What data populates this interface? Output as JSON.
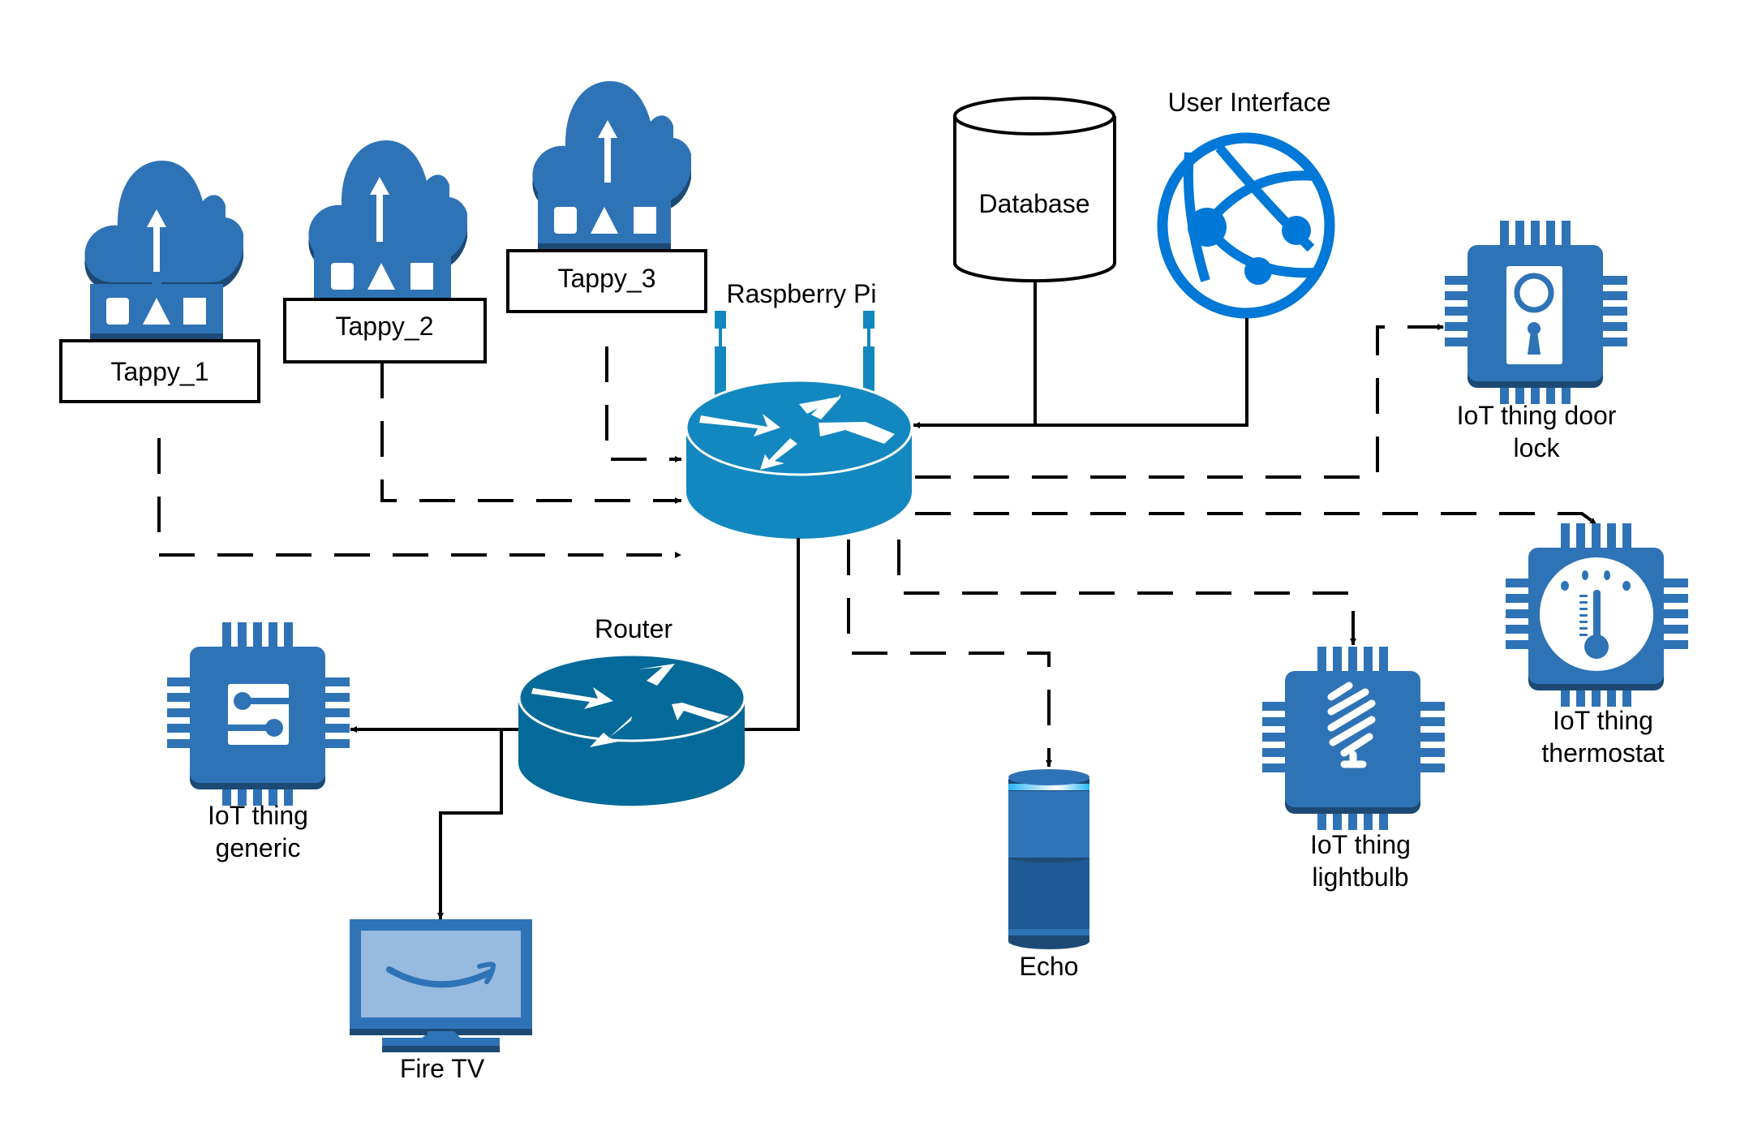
{
  "diagram": {
    "nodes": {
      "tappy_1": {
        "label": "Tappy_1",
        "icon": "iot-cloud-upload-icon"
      },
      "tappy_2": {
        "label": "Tappy_2",
        "icon": "iot-cloud-upload-icon"
      },
      "tappy_3": {
        "label": "Tappy_3",
        "icon": "iot-cloud-upload-icon"
      },
      "raspberry_pi": {
        "label": "Raspberry Pi",
        "icon": "wireless-router-icon"
      },
      "database": {
        "label": "Database",
        "icon": "database-cylinder-icon"
      },
      "user_interface": {
        "label": "User Interface",
        "icon": "web-app-globe-icon"
      },
      "door_lock": {
        "label_line1": "IoT thing door",
        "label_line2": "lock",
        "icon": "chip-door-lock-icon"
      },
      "thermostat": {
        "label_line1": "IoT thing",
        "label_line2": "thermostat",
        "icon": "chip-thermostat-icon"
      },
      "lightbulb": {
        "label_line1": "IoT thing",
        "label_line2": "lightbulb",
        "icon": "chip-lightbulb-icon"
      },
      "echo": {
        "label": "Echo",
        "icon": "echo-speaker-icon"
      },
      "router": {
        "label": "Router",
        "icon": "router-icon"
      },
      "generic": {
        "label_line1": "IoT thing",
        "label_line2": "generic",
        "icon": "chip-generic-icon"
      },
      "fire_tv": {
        "label": "Fire TV",
        "icon": "tv-amazon-icon"
      }
    },
    "edges": [
      {
        "from": "Tappy_1",
        "to": "Raspberry Pi",
        "style": "dashed"
      },
      {
        "from": "Tappy_2",
        "to": "Raspberry Pi",
        "style": "dashed"
      },
      {
        "from": "Tappy_3",
        "to": "Raspberry Pi",
        "style": "dashed"
      },
      {
        "from": "Database",
        "to": "Raspberry Pi",
        "style": "solid"
      },
      {
        "from": "User Interface",
        "to": "Raspberry Pi",
        "style": "solid"
      },
      {
        "from": "Raspberry Pi",
        "to": "IoT thing door lock",
        "style": "dashed"
      },
      {
        "from": "Raspberry Pi",
        "to": "IoT thing thermostat",
        "style": "dashed"
      },
      {
        "from": "Raspberry Pi",
        "to": "IoT thing lightbulb",
        "style": "dashed"
      },
      {
        "from": "Raspberry Pi",
        "to": "Echo",
        "style": "dashed"
      },
      {
        "from": "Raspberry Pi",
        "to": "Router",
        "style": "solid"
      },
      {
        "from": "Router",
        "to": "IoT thing generic",
        "style": "solid"
      },
      {
        "from": "Router",
        "to": "Fire TV",
        "style": "solid"
      }
    ],
    "colors": {
      "icon_blue": "#2f73b7",
      "icon_shadow": "#1c4a74",
      "rpi_blue": "#1388c0",
      "router_blue": "#046a99",
      "globe_blue": "#0078d7",
      "tv_screen": "#97bae0",
      "echo_ring": "#2ab6f5"
    }
  }
}
